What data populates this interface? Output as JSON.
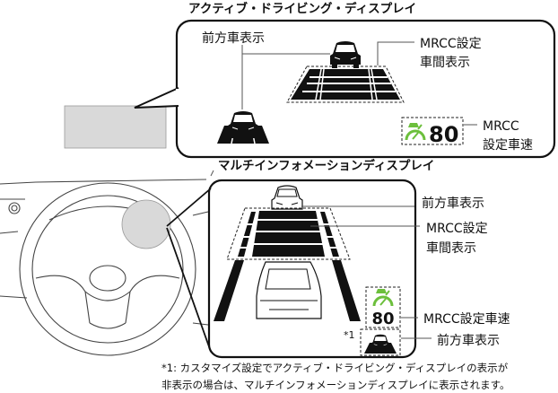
{
  "hud": {
    "title": "アクティブ・ドライビング・ディスプレイ",
    "front_vehicle_label": "前方車表示",
    "distance_label_line1": "MRCC設定",
    "distance_label_line2": "車間表示",
    "speed_label_line1": "MRCC",
    "speed_label_line2": "設定車速",
    "set_speed": "80"
  },
  "mid": {
    "title": "マルチインフォメーションディスプレイ",
    "front_vehicle_label": "前方車表示",
    "distance_label_line1": "MRCC設定",
    "distance_label_line2": "車間表示",
    "speed_label": "MRCC設定車速",
    "set_speed": "80",
    "footnote_marker": "*1",
    "front_vehicle_label_2": "前方車表示"
  },
  "footnote": {
    "line1": "*1: カスタマイズ設定でアクティブ・ドライビング・ディスプレイの表示が",
    "line2": "非表示の場合は、マルチインフォメーションディスプレイに表示されます。"
  },
  "colors": {
    "icon_green": "#6cbf3c",
    "panel_gray": "#d9d9d9"
  }
}
